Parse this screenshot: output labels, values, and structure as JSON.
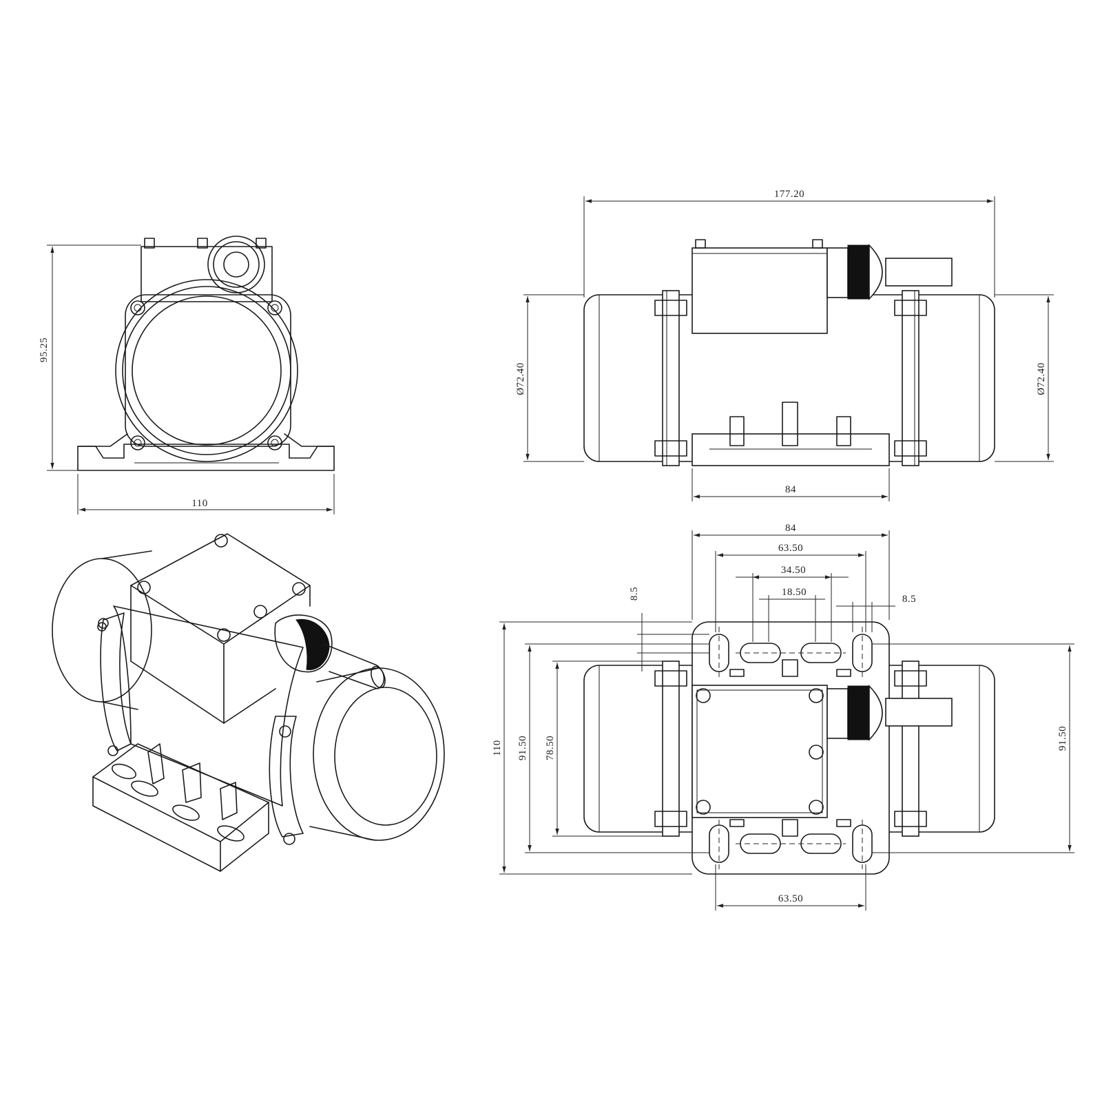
{
  "colors": {
    "ink": "#1a1a1a",
    "background": "#ffffff"
  },
  "front_view": {
    "height_label": "95.25",
    "width_label": "110"
  },
  "side_view": {
    "length_label": "177.20",
    "diameter_left_label": "Ø72.40",
    "diameter_right_label": "Ø72.40",
    "base_length_label": "84"
  },
  "top_view": {
    "top_width_label": "84",
    "slot_outer_label": "63.50",
    "slot_mid_label": "34.50",
    "slot_inner_label": "18.50",
    "slot_right_label": "8.5",
    "slot_left_label": "8.5",
    "overall_height_label": "110",
    "hole_span_left_label": "91.50",
    "inner_span_label": "78.50",
    "hole_span_right_label": "91.50",
    "bottom_span_label": "63.50"
  }
}
